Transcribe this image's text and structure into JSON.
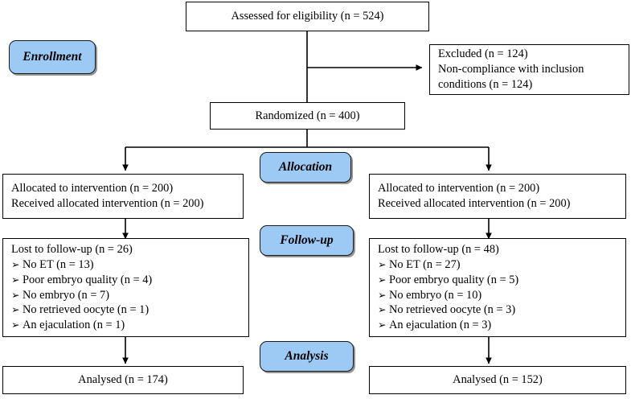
{
  "diagram": {
    "title": "CONSORT participant flow diagram",
    "accent_color": "#9DC9F5",
    "border_color": "#000000",
    "bullet_glyph": "arrowhead-bullet"
  },
  "stages": [
    {
      "id": "enrollment",
      "label": "Enrollment"
    },
    {
      "id": "allocation",
      "label": "Allocation"
    },
    {
      "id": "followup",
      "label": "Follow-up"
    },
    {
      "id": "analysis",
      "label": "Analysis"
    }
  ],
  "nodes": {
    "assessed": {
      "lines": [
        "Assessed for eligibility (n = 524)"
      ]
    },
    "excluded": {
      "lines": [
        "Excluded (n = 124)",
        "Non-compliance with inclusion",
        "conditions (n = 124)"
      ]
    },
    "randomized": {
      "lines": [
        "Randomized (n = 400)"
      ]
    },
    "alloc_left": {
      "lines": [
        "Allocated to intervention (n = 200)",
        "Received allocated intervention (n = 200)"
      ]
    },
    "alloc_right": {
      "lines": [
        "Allocated to intervention (n = 200)",
        "Received allocated intervention (n = 200)"
      ]
    },
    "follow_left": {
      "header": "Lost to follow-up (n = 26)",
      "items": [
        "No ET (n = 13)",
        "Poor embryo quality (n = 4)",
        "No embryo (n = 7)",
        "No retrieved oocyte (n = 1)",
        "An ejaculation (n = 1)"
      ]
    },
    "follow_right": {
      "header": "Lost to follow-up (n = 48)",
      "items": [
        "No ET (n = 27)",
        "Poor embryo quality (n = 5)",
        "No embryo (n = 10)",
        "No retrieved oocyte (n = 3)",
        "An ejaculation (n = 3)"
      ]
    },
    "analysed_left": {
      "lines": [
        "Analysed (n = 174)"
      ]
    },
    "analysed_right": {
      "lines": [
        "Analysed (n = 152)"
      ]
    }
  },
  "chart_data": {
    "type": "diagram",
    "title": "CONSORT flow diagram",
    "flow": [
      {
        "step": "Assessed for eligibility",
        "n": 524
      },
      {
        "step": "Excluded",
        "n": 124,
        "reason": "Non-compliance with inclusion conditions",
        "reason_n": 124
      },
      {
        "step": "Randomized",
        "n": 400
      },
      {
        "step": "Allocated to intervention (left arm)",
        "n": 200
      },
      {
        "step": "Received allocated intervention (left arm)",
        "n": 200
      },
      {
        "step": "Allocated to intervention (right arm)",
        "n": 200
      },
      {
        "step": "Received allocated intervention (right arm)",
        "n": 200
      },
      {
        "step": "Lost to follow-up (left arm)",
        "n": 26,
        "reasons": [
          {
            "label": "No ET",
            "n": 13
          },
          {
            "label": "Poor embryo quality",
            "n": 4
          },
          {
            "label": "No embryo",
            "n": 7
          },
          {
            "label": "No retrieved oocyte",
            "n": 1
          },
          {
            "label": "An ejaculation",
            "n": 1
          }
        ]
      },
      {
        "step": "Lost to follow-up (right arm)",
        "n": 48,
        "reasons": [
          {
            "label": "No ET",
            "n": 27
          },
          {
            "label": "Poor embryo quality",
            "n": 5
          },
          {
            "label": "No embryo",
            "n": 10
          },
          {
            "label": "No retrieved oocyte",
            "n": 3
          },
          {
            "label": "An ejaculation",
            "n": 3
          }
        ]
      },
      {
        "step": "Analysed (left arm)",
        "n": 174
      },
      {
        "step": "Analysed (right arm)",
        "n": 152
      }
    ]
  }
}
